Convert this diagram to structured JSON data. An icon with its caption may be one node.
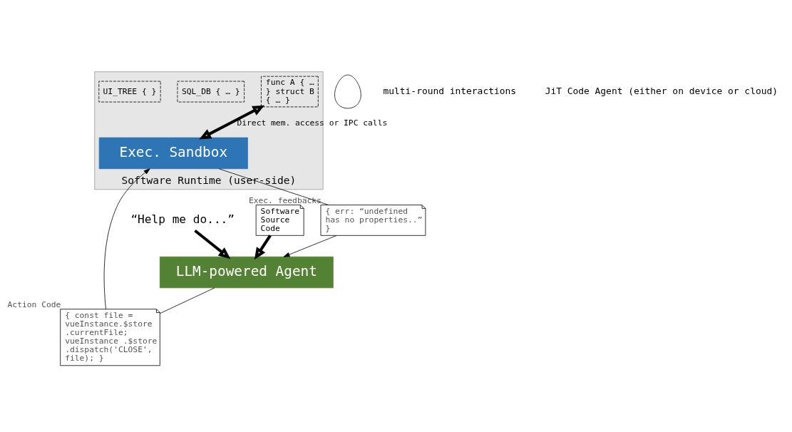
{
  "diagram": {
    "nodes": [
      {
        "text": [
          "Software Runtime (user-side)"
        ]
      },
      {
        "text": [
          "func A { … } struct B { … }"
        ],
        "in": 0
      },
      {
        "text": [
          "SQL_DB { … }"
        ],
        "in": 0
      },
      {
        "text": [
          "UI_TREE { }"
        ],
        "in": 0
      },
      {
        "text": [
          "Exec. Sandbox"
        ],
        "in": 0
      },
      {
        "text": [
          "{ err: “undefined has no properties..” }"
        ],
        "beside": [
          "Exec. feedbacks"
        ]
      },
      {
        "text": [
          "LLM-powered Agent"
        ]
      },
      {
        "text": [
          "{ const file = vueInstance.$store .currentFile; vueInstance .$store .dispatch('CLOSE', file); }"
        ],
        "beside": [
          "Action Code"
        ]
      },
      {
        "text": [],
        "shape": "person"
      },
      {
        "text": [
          "“Help me do...”"
        ]
      },
      {
        "text": [
          "Software Source Code"
        ]
      }
    ],
    "edges": [
      {
        "from": 1,
        "to": 4,
        "arrow": "both",
        "label": "Direct mem. access or IPC calls",
        "style": "thick"
      },
      {
        "from": 4,
        "to": 5,
        "arrow": "none"
      },
      {
        "from": 5,
        "to": 6,
        "arrow": "to"
      },
      {
        "from": 6,
        "to": 7,
        "arrow": "none"
      },
      {
        "from": 7,
        "to": 4,
        "arrow": "to"
      },
      {
        "from": 9,
        "to": 6,
        "arrow": "to",
        "style": "thick"
      },
      {
        "from": 10,
        "to": 6,
        "arrow": "to",
        "style": "thick"
      }
    ],
    "labels": [
      "multi-round interactions",
      "JiT Code Agent (either on device or cloud)"
    ]
  }
}
